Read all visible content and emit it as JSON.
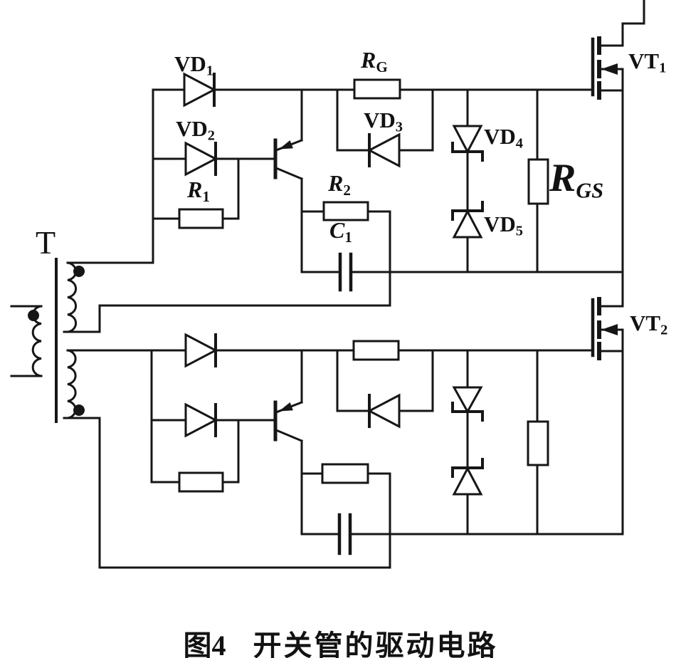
{
  "diagram": {
    "type": "circuit-schematic",
    "caption": {
      "figure_no": "图4",
      "title": "开关管的驱动电路"
    },
    "colors": {
      "background": "#ffffff",
      "line": "#161616"
    },
    "labels": {
      "transformer": {
        "base": "T"
      },
      "vd1": {
        "base": "VD",
        "sub": "1"
      },
      "vd2": {
        "base": "VD",
        "sub": "2"
      },
      "vd3": {
        "base": "VD",
        "sub": "3"
      },
      "vd4": {
        "base": "VD",
        "sub": "4"
      },
      "vd5": {
        "base": "VD",
        "sub": "5"
      },
      "r1": {
        "base": "R",
        "sub": "1"
      },
      "r2": {
        "base": "R",
        "sub": "2"
      },
      "rg": {
        "base": "R",
        "sub": "G"
      },
      "rgs": {
        "base": "R",
        "sub": "GS"
      },
      "c1": {
        "base": "C",
        "sub": "1"
      },
      "vt1": {
        "base": "VT",
        "sub": "1"
      },
      "vt2": {
        "base": "VT",
        "sub": "2"
      }
    }
  }
}
